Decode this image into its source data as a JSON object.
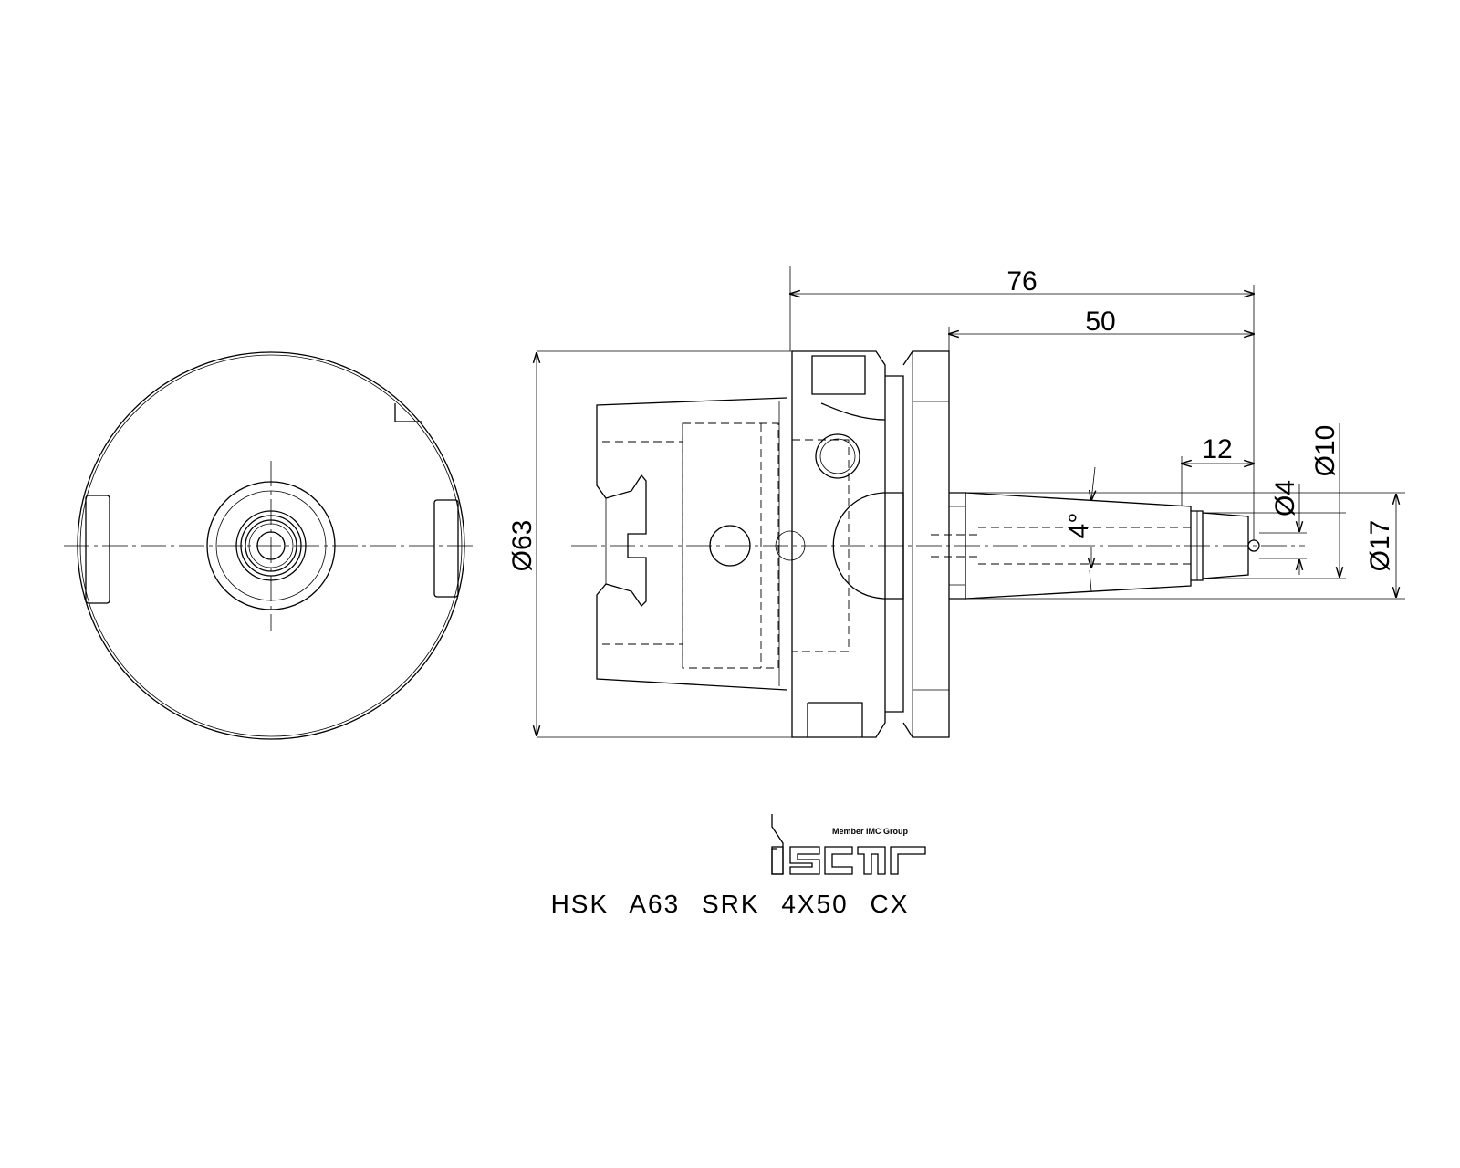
{
  "colors": {
    "line": "#000000",
    "background": "#ffffff"
  },
  "dimensions": {
    "overall_length": "76",
    "gauge_length": "50",
    "tip_length": "12",
    "flange_diameter": "Ø63",
    "shank_diameter": "Ø17",
    "tip_diameter": "Ø10",
    "bore_diameter": "Ø4",
    "taper_angle": "4°"
  },
  "logo": {
    "wordmark": "iscar",
    "tagline": "Member IMC Group"
  },
  "designation": "HSK A63 SRK 4X50 CX"
}
